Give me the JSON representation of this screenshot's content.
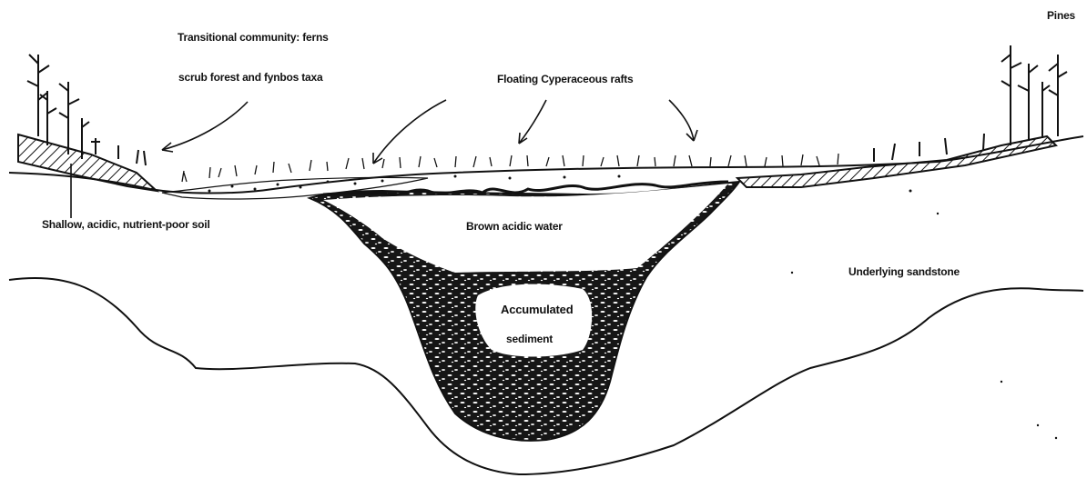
{
  "labels": {
    "pines": "Pines",
    "transitional_line1": "Transitional community: ferns",
    "transitional_line2": "scrub forest and fynbos taxa",
    "floating_rafts": "Floating Cyperaceous rafts",
    "shallow_soil": "Shallow, acidic, nutrient-poor soil",
    "brown_water": "Brown acidic water",
    "underlying_sandstone": "Underlying sandstone",
    "sediment_line1": "Accumulated",
    "sediment_line2": "sediment"
  },
  "colors": {
    "ink": "#111111",
    "sediment": "#1a1a1a",
    "paper": "#ffffff"
  }
}
